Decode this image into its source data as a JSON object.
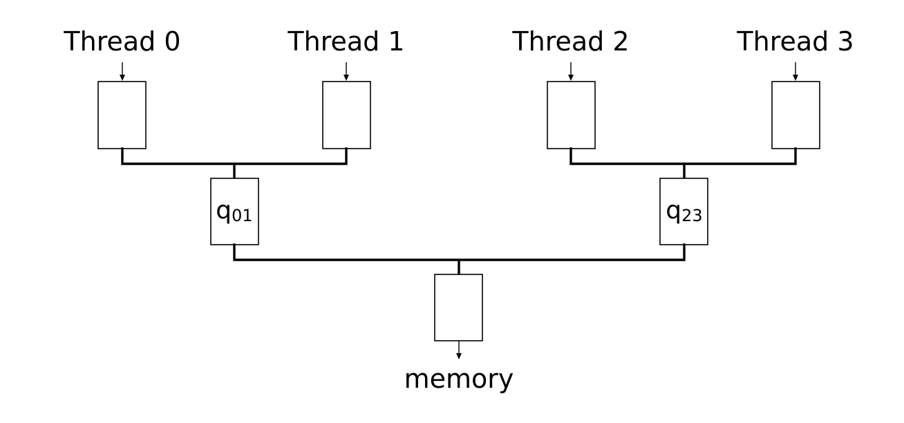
{
  "threads": [
    {
      "label": "Thread 0"
    },
    {
      "label": "Thread 1"
    },
    {
      "label": "Thread 2"
    },
    {
      "label": "Thread 3"
    }
  ],
  "queues": [
    {
      "base": "q",
      "subscript": "01"
    },
    {
      "base": "q",
      "subscript": "23"
    }
  ],
  "memory": {
    "label": "memory"
  },
  "colors": {
    "stroke": "#000000",
    "background": "#ffffff"
  }
}
